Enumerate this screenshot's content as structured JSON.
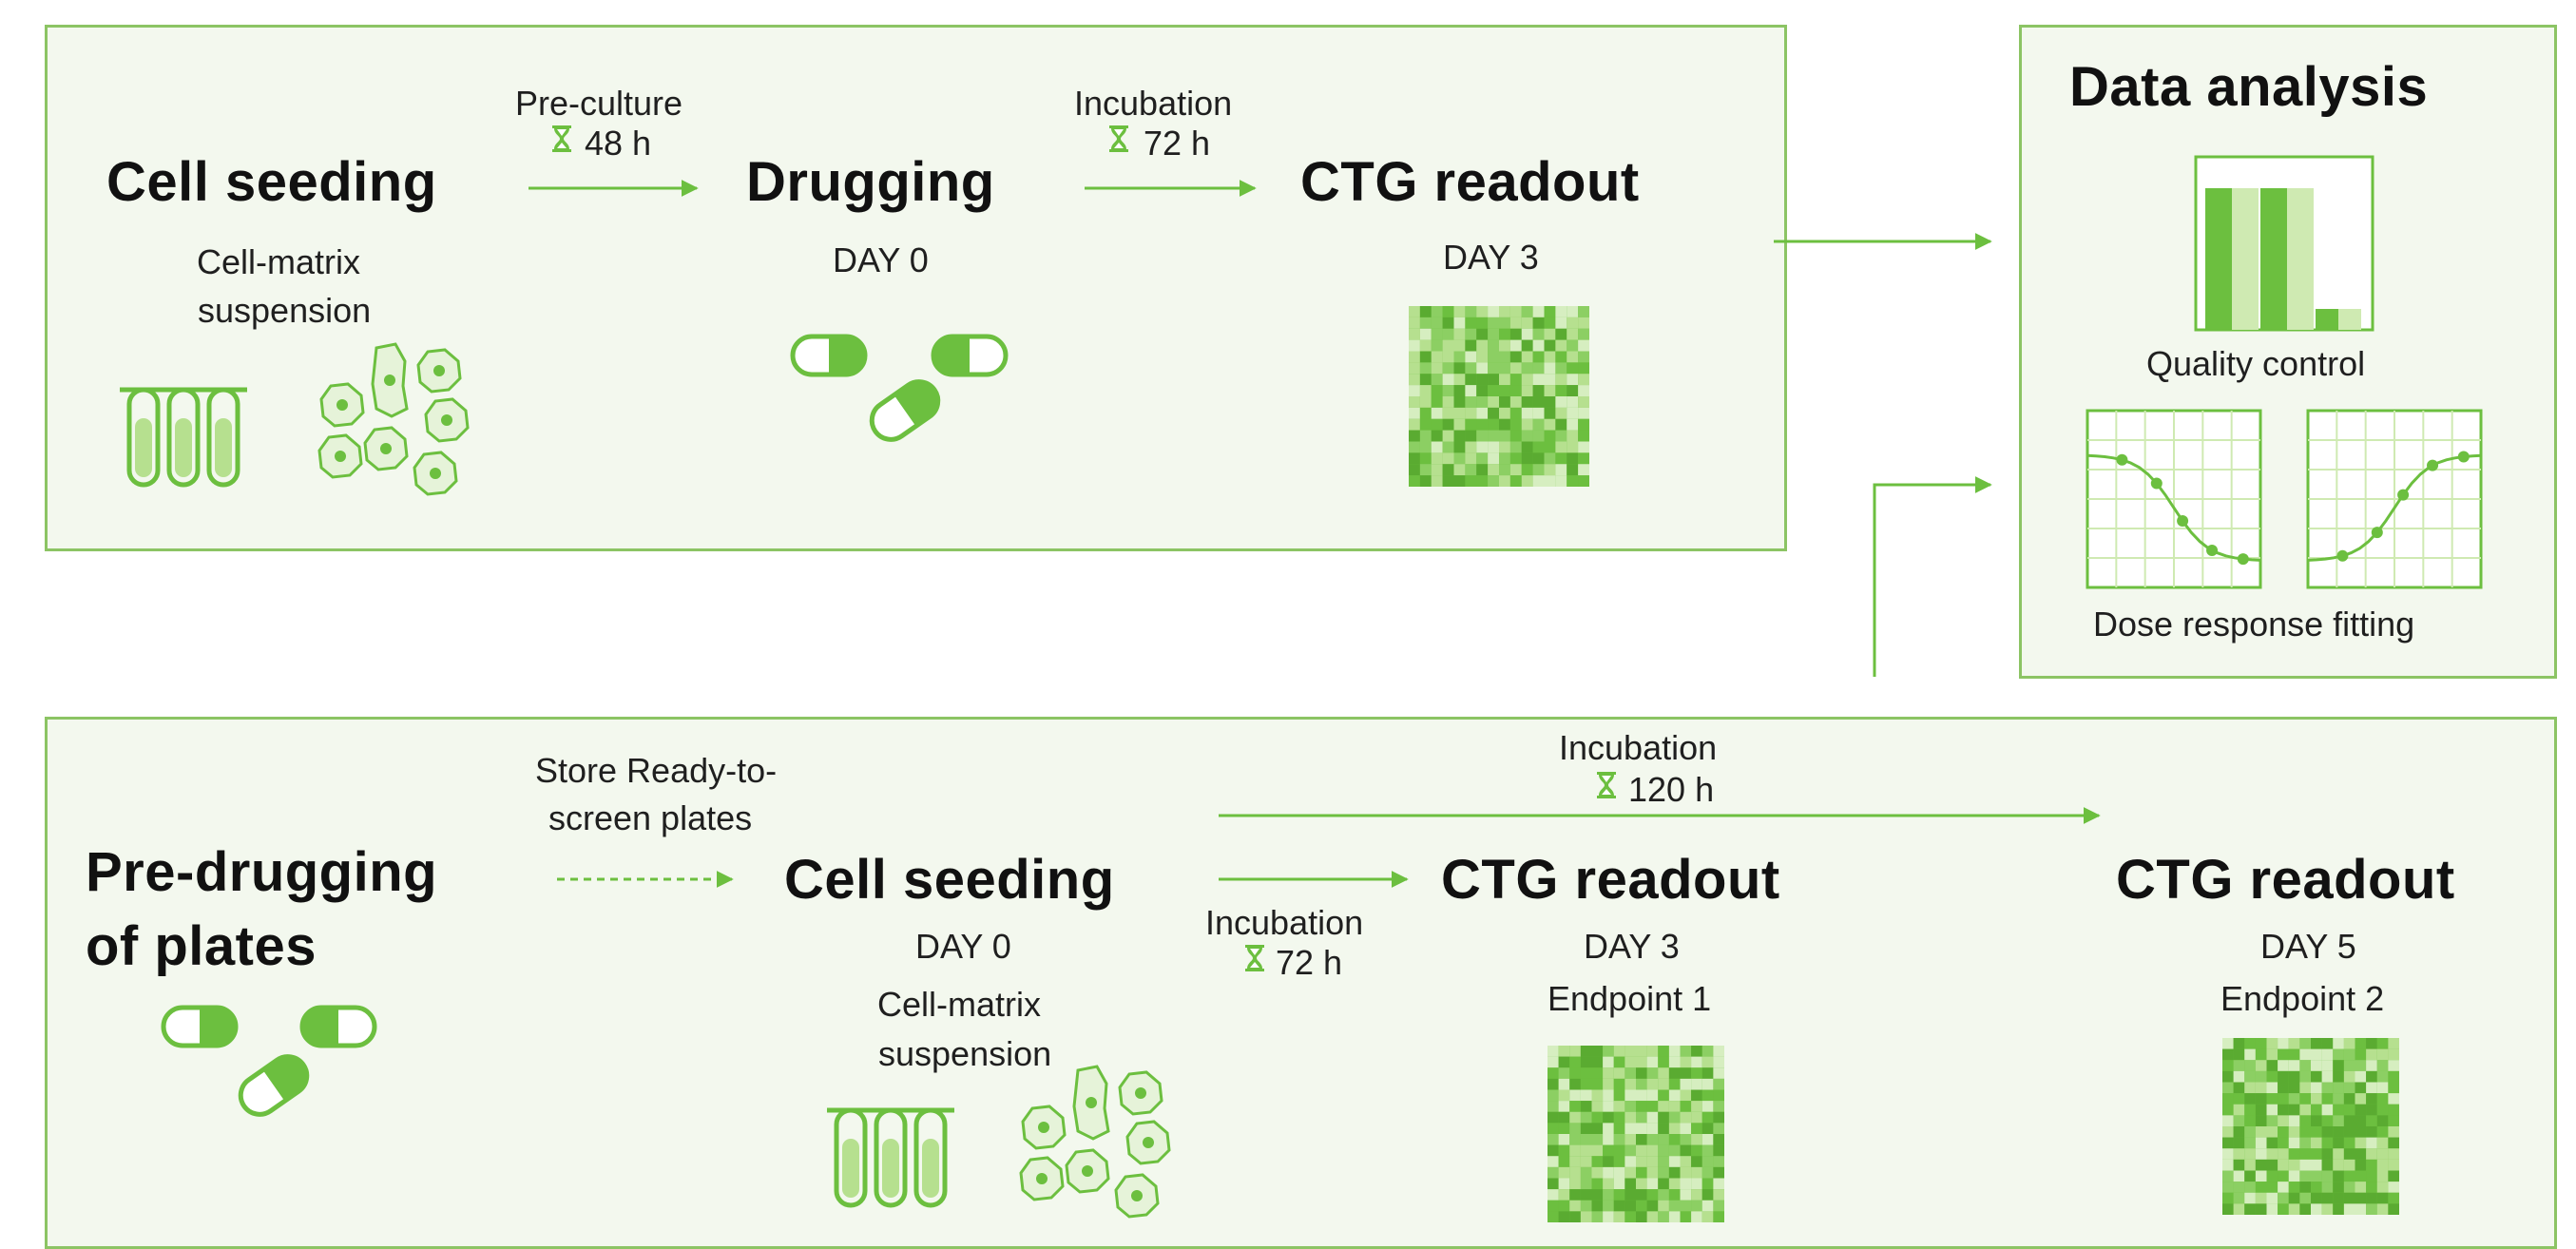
{
  "colors": {
    "accent": "#6cbf3f",
    "accent_light": "#b6e08f",
    "panel_bg": "#f3f8ee",
    "panel_border": "#8cc464"
  },
  "top": {
    "step1_title": "Cell seeding",
    "step1_sub_line1": "Cell-matrix",
    "step1_sub_line2": "suspension",
    "arrow1_label": "Pre-culture",
    "arrow1_time": "48 h",
    "step2_title": "Drugging",
    "step2_day": "DAY 0",
    "arrow2_label": "Incubation",
    "arrow2_time": "72 h",
    "step3_title": "CTG readout",
    "step3_day": "DAY 3"
  },
  "analysis": {
    "title": "Data analysis",
    "qc_label": "Quality control",
    "fit_label": "Dose response fitting"
  },
  "bottom": {
    "step1_title_line1": "Pre-drugging",
    "step1_title_line2": "of plates",
    "store_label_line1": "Store Ready-to-",
    "store_label_line2": "screen plates",
    "step2_title": "Cell seeding",
    "step2_day": "DAY 0",
    "step2_sub_line1": "Cell-matrix",
    "step2_sub_line2": "suspension",
    "arrow_short_label": "Incubation",
    "arrow_short_time": "72 h",
    "arrow_long_label": "Incubation",
    "arrow_long_time": "120 h",
    "step3_title": "CTG readout",
    "step3_day": "DAY 3",
    "step3_endpoint": "Endpoint 1",
    "step4_title": "CTG readout",
    "step4_day": "DAY 5",
    "step4_endpoint": "Endpoint 2"
  },
  "icons": [
    "test-tubes-icon",
    "cells-icon",
    "capsules-icon",
    "plate-readout-icon",
    "bar-chart-icon",
    "dose-curve-icon",
    "hourglass-icon"
  ]
}
